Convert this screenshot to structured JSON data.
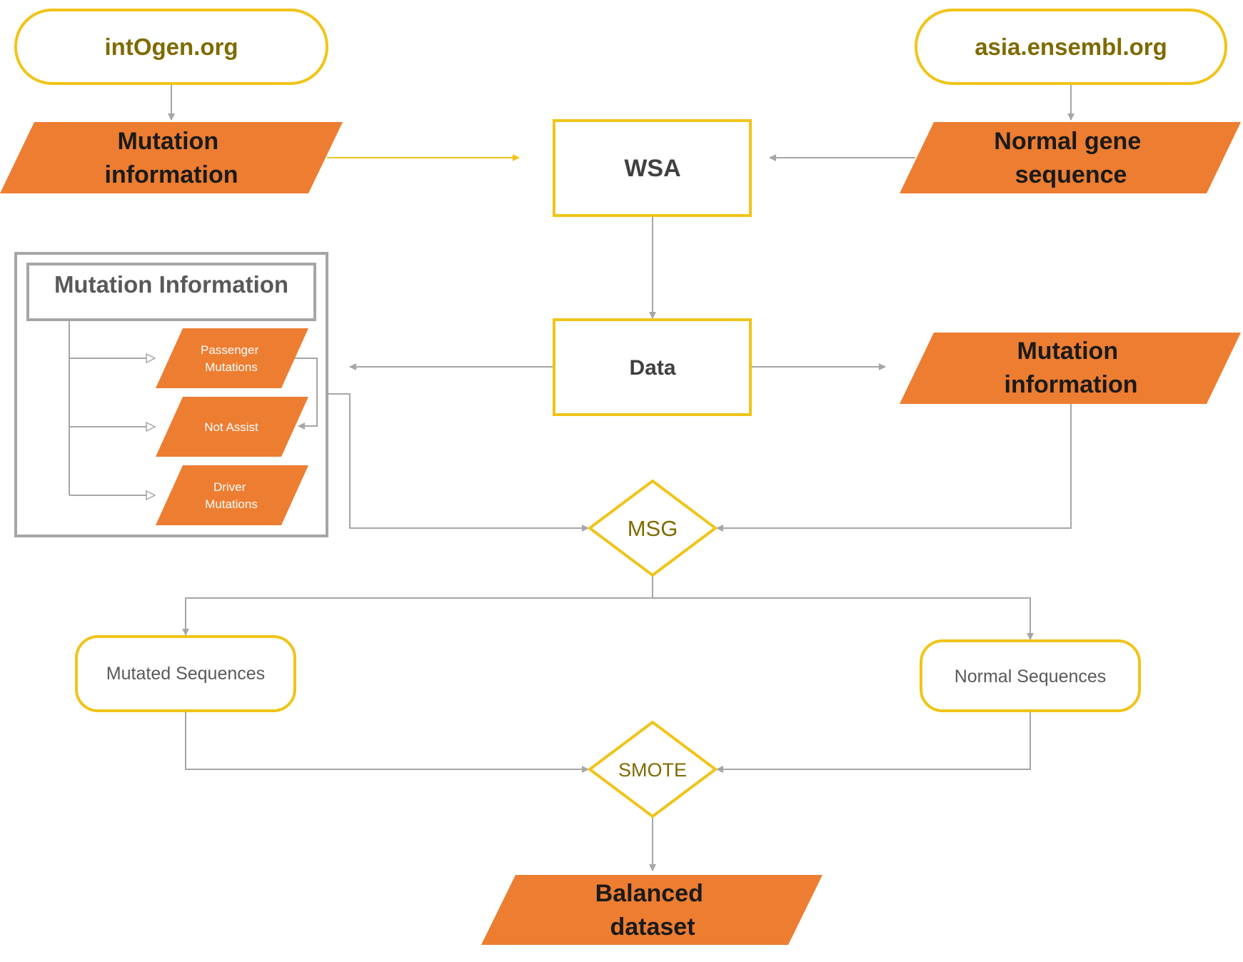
{
  "nodes": {
    "source_intogen": "intOgen.org",
    "source_ensembl": "asia.ensembl.org",
    "mutation_information_top": [
      "Mutation",
      "information"
    ],
    "normal_gene_sequence": [
      "Normal gene",
      "sequence"
    ],
    "wsa": "WSA",
    "data": "Data",
    "mutation_information_right": [
      "Mutation",
      "information"
    ],
    "msg": "MSG",
    "mutated_sequences": "Mutated Sequences",
    "normal_sequences": "Normal Sequences",
    "smote": "SMOTE",
    "balanced_dataset": [
      "Balanced",
      "dataset"
    ]
  },
  "legend": {
    "title": "Mutation Information",
    "passenger_mutations": [
      "Passenger",
      "Mutations"
    ],
    "not_assist": "Not Assist",
    "driver_mutations": [
      "Driver",
      "Mutations"
    ]
  },
  "colors": {
    "orange": "#ED7D31",
    "gold": "#F0C419",
    "gold_text": "#7F6A00",
    "gray": "#A6A6A6",
    "dark_text": "#1a1a1a",
    "mid_text": "#404040"
  }
}
